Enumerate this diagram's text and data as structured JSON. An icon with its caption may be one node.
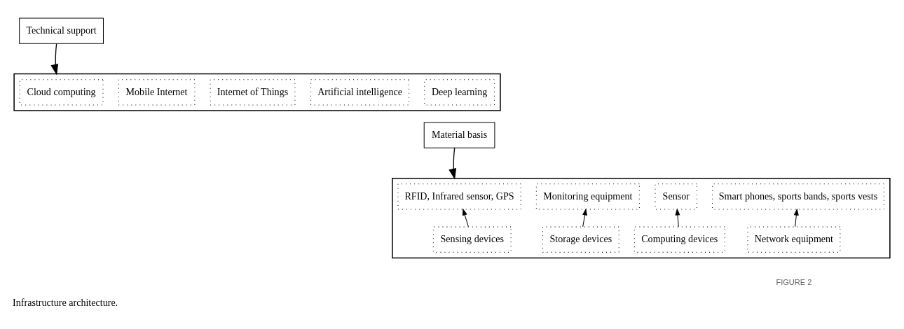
{
  "diagram": {
    "caption": "Infrastructure architecture.",
    "nodes": [
      {
        "text": [
          "Technical support"
        ]
      },
      {
        "text": [],
        "shape": "box"
      },
      {
        "text": [
          "Cloud computing"
        ],
        "in": 1
      },
      {
        "text": [
          "Mobile Internet"
        ],
        "in": 1
      },
      {
        "text": [
          "Internet of Things"
        ],
        "in": 1
      },
      {
        "text": [
          "Artificial intelligence"
        ],
        "in": 1
      },
      {
        "text": [
          "Deep learning"
        ],
        "in": 1
      },
      {
        "text": [
          "Material basis"
        ]
      },
      {
        "text": [],
        "shape": "box"
      },
      {
        "text": [
          "RFID, Infrared sensor, GPS"
        ],
        "in": 8
      },
      {
        "text": [
          "Monitoring equipment"
        ],
        "in": 8
      },
      {
        "text": [
          "Sensor"
        ],
        "in": 8
      },
      {
        "text": [
          "Smart phones, sports bands, sports vests"
        ],
        "in": 8
      },
      {
        "text": [
          "Sensing devices"
        ],
        "in": 8
      },
      {
        "text": [
          "Storage devices"
        ],
        "in": 8
      },
      {
        "text": [
          "Computing devices"
        ],
        "in": 8
      },
      {
        "text": [
          "Network equipment"
        ],
        "in": 8
      }
    ],
    "edges": [
      {
        "from": 0,
        "to": 1,
        "arrow": "to"
      },
      {
        "from": 7,
        "to": 8,
        "arrow": "to"
      },
      {
        "from": 13,
        "to": 9,
        "arrow": "to"
      },
      {
        "from": 14,
        "to": 10,
        "arrow": "to"
      },
      {
        "from": 15,
        "to": 11,
        "arrow": "to"
      },
      {
        "from": 16,
        "to": 12,
        "arrow": "to"
      }
    ],
    "labels": [
      "FIGURE 2"
    ]
  }
}
